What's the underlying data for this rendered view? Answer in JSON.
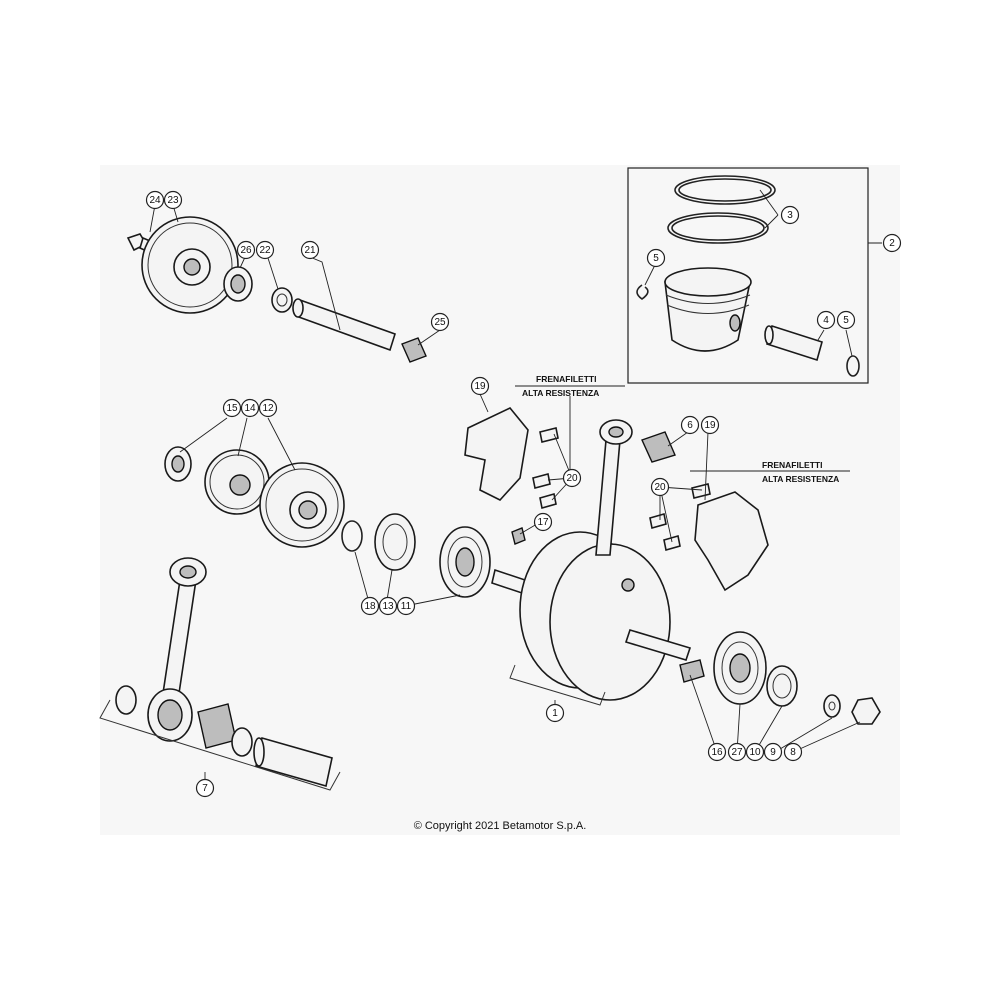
{
  "callouts": [
    {
      "id": "c24",
      "label": "24"
    },
    {
      "id": "c23",
      "label": "23"
    },
    {
      "id": "c26",
      "label": "26"
    },
    {
      "id": "c22",
      "label": "22"
    },
    {
      "id": "c21",
      "label": "21"
    },
    {
      "id": "c25",
      "label": "25"
    },
    {
      "id": "c3",
      "label": "3"
    },
    {
      "id": "c2",
      "label": "2"
    },
    {
      "id": "c5a",
      "label": "5"
    },
    {
      "id": "c4",
      "label": "4"
    },
    {
      "id": "c5b",
      "label": "5"
    },
    {
      "id": "c19a",
      "label": "19"
    },
    {
      "id": "c6",
      "label": "6"
    },
    {
      "id": "c19b",
      "label": "19"
    },
    {
      "id": "c15",
      "label": "15"
    },
    {
      "id": "c14",
      "label": "14"
    },
    {
      "id": "c12",
      "label": "12"
    },
    {
      "id": "c20a",
      "label": "20"
    },
    {
      "id": "c20b",
      "label": "20"
    },
    {
      "id": "c17",
      "label": "17"
    },
    {
      "id": "c18",
      "label": "18"
    },
    {
      "id": "c13",
      "label": "13"
    },
    {
      "id": "c11",
      "label": "11"
    },
    {
      "id": "c1",
      "label": "1"
    },
    {
      "id": "c7",
      "label": "7"
    },
    {
      "id": "c16",
      "label": "16"
    },
    {
      "id": "c27",
      "label": "27"
    },
    {
      "id": "c10",
      "label": "10"
    },
    {
      "id": "c9",
      "label": "9"
    },
    {
      "id": "c8",
      "label": "8"
    }
  ],
  "notes": {
    "left_line1": "FRENAFILETTI",
    "left_line2": "ALTA RESISTENZA",
    "right_line1": "FRENAFILETTI",
    "right_line2": "ALTA RESISTENZA"
  },
  "copyright": "© Copyright 2021 Betamotor S.p.A."
}
